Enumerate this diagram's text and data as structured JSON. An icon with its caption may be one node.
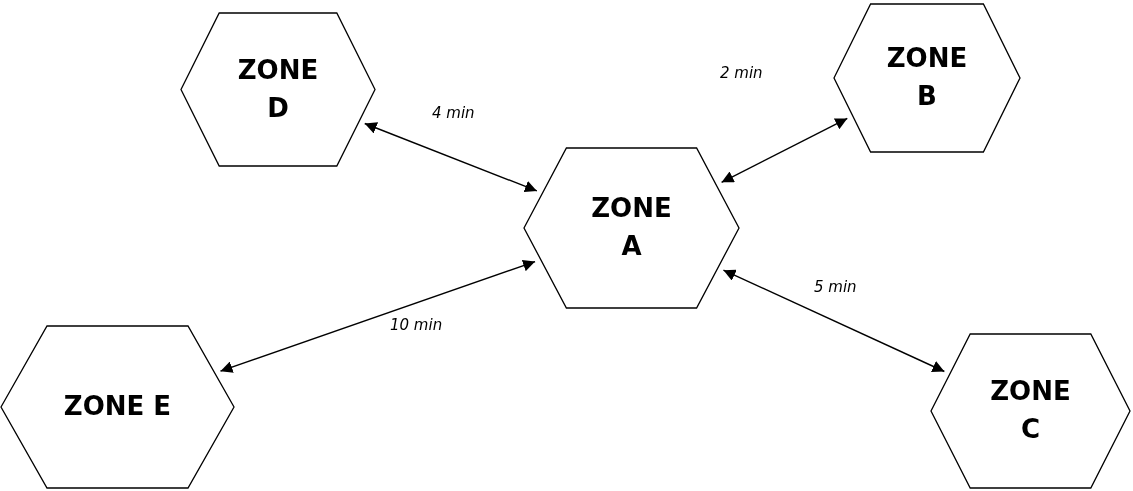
{
  "diagram": {
    "nodes": [
      {
        "text": [
          "ZONE D"
        ]
      },
      {
        "text": [
          "ZONE B"
        ]
      },
      {
        "text": [
          "ZONE A"
        ]
      },
      {
        "text": [
          "ZONE E"
        ]
      },
      {
        "text": [
          "ZONE C"
        ]
      }
    ],
    "edges": [
      {
        "from": 0,
        "to": 2,
        "arrow": "both",
        "label": "4 min"
      },
      {
        "from": 2,
        "to": 1,
        "arrow": "both",
        "label": "2 min"
      },
      {
        "from": 3,
        "to": 2,
        "arrow": "both",
        "label": "10 min"
      },
      {
        "from": 2,
        "to": 4,
        "arrow": "both",
        "label": "5 min"
      }
    ]
  }
}
